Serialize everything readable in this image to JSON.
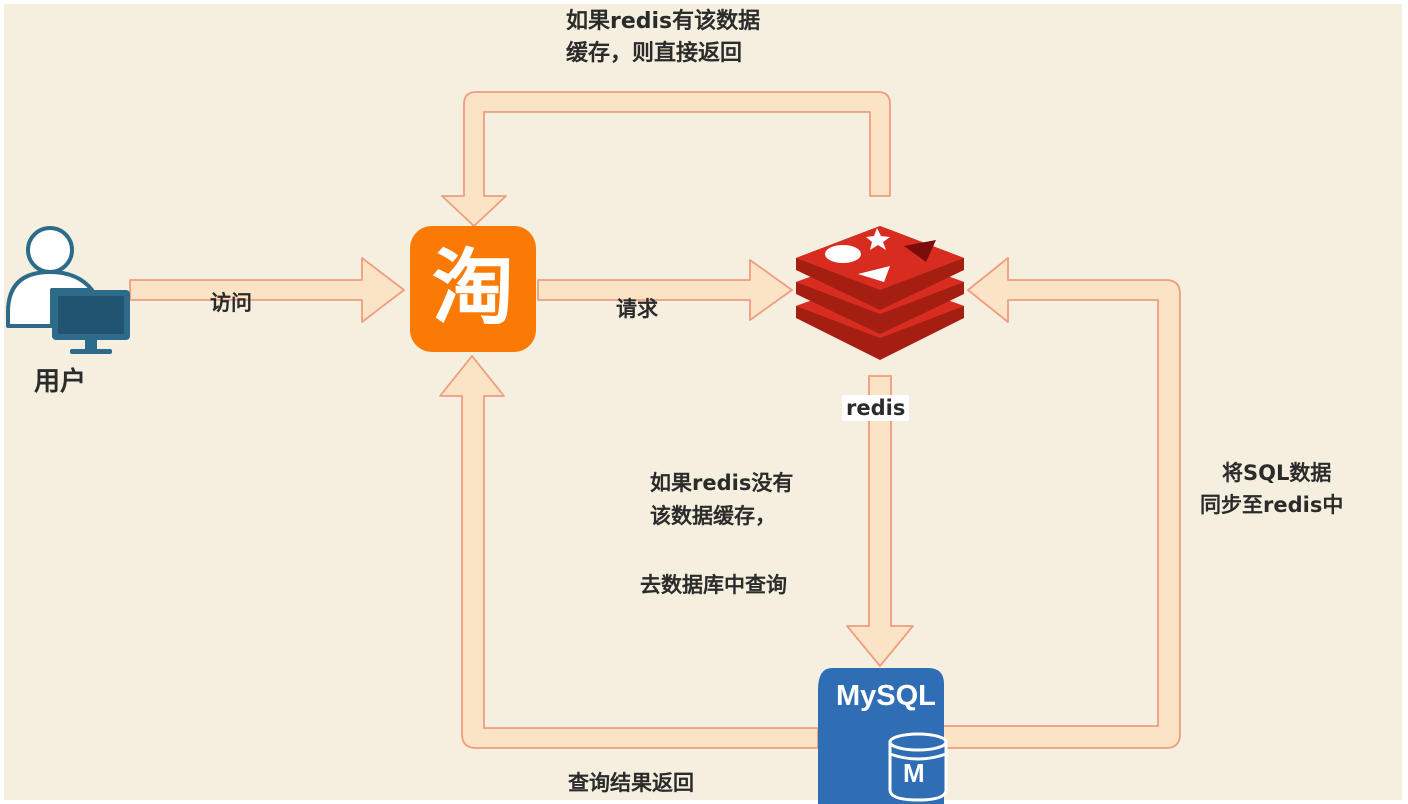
{
  "colors": {
    "background": "#f5efdf",
    "arrow_fill": "#fbe3c6",
    "arrow_stroke": "#ef9d7e",
    "taobao_orange": "#fb7a06",
    "redis_red": "#d82c20",
    "mysql_blue": "#2f6db5",
    "user_icon": "#2e6b8a"
  },
  "nodes": {
    "user": {
      "label": "用户",
      "icon": "user-computer-icon"
    },
    "taobao": {
      "glyph": "淘",
      "icon": "taobao-logo-icon"
    },
    "redis": {
      "label": "redis",
      "icon": "redis-logo-icon"
    },
    "mysql": {
      "text": "MySQL",
      "badge": "M",
      "icon": "mysql-database-icon"
    }
  },
  "edges": {
    "visit": "访问",
    "request": "请求",
    "redis_hit": [
      "如果redis有该数据",
      "缓存，则直接返回"
    ],
    "redis_miss": [
      "如果redis没有",
      "该数据缓存，",
      "去数据库中查询"
    ],
    "sync": [
      "将SQL数据",
      "同步至redis中"
    ],
    "query_return": "查询结果返回"
  }
}
